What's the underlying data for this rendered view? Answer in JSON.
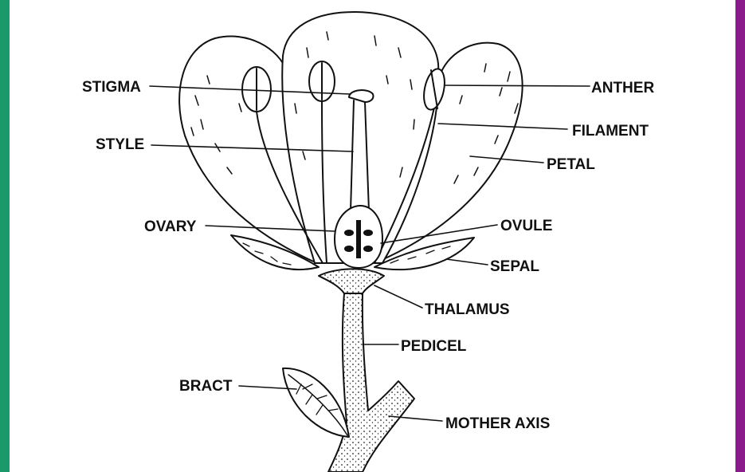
{
  "frame": {
    "left_color": "#1a9a6a",
    "right_color": "#8b1a8b"
  },
  "labels": {
    "stigma": "STIGMA",
    "style": "STYLE",
    "ovary": "OVARY",
    "bract": "BRACT",
    "anther": "ANTHER",
    "filament": "FILAMENT",
    "petal": "PETAL",
    "ovule": "OVULE",
    "sepal": "SEPAL",
    "thalamus": "THALAMUS",
    "pedicel": "PEDICEL",
    "mother_axis": "MOTHER AXIS"
  }
}
